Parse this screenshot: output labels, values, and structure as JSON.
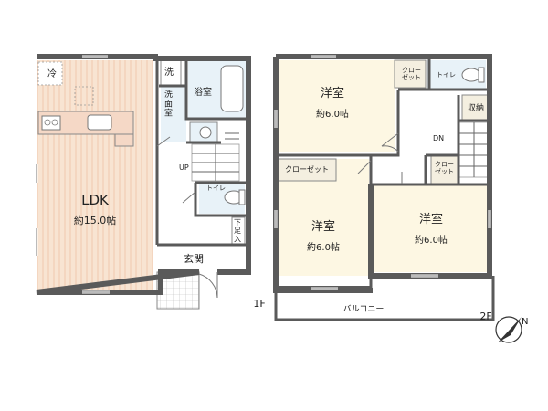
{
  "floor1": {
    "level_label": "1F",
    "ldk": {
      "name": "LDK",
      "size": "約15.0帖"
    },
    "fridge_label": "冷",
    "washer_label": "洗",
    "washroom_label": "洗\n面\n室",
    "bath_label": "浴室",
    "toilet_label": "トイレ",
    "shoe_label": "下\n足\n入",
    "entrance_label": "玄関",
    "stairs_label": "UP"
  },
  "floor2": {
    "level_label": "2F",
    "room_nw": {
      "name": "洋室",
      "size": "約6.0帖"
    },
    "room_sw": {
      "name": "洋室",
      "size": "約6.0帖"
    },
    "room_se": {
      "name": "洋室",
      "size": "約6.0帖"
    },
    "closet_nw": "クロー\nゼット",
    "closet_sw": "クローゼット",
    "closet_se": "クロー\nゼット",
    "toilet_label": "トイレ",
    "storage_label": "収納",
    "stairs_label": "DN",
    "balcony_label": "バルコニー"
  },
  "compass_label": "N",
  "colors": {
    "wall": "#5a5a5a",
    "room_fill": "#fdf7e3",
    "ldk_fill": "#f8e4d2",
    "ldk_stripe": "#f0cdb4",
    "wet_fill": "#e8f2f8",
    "kitchen_fill": "#f5d8c6"
  }
}
